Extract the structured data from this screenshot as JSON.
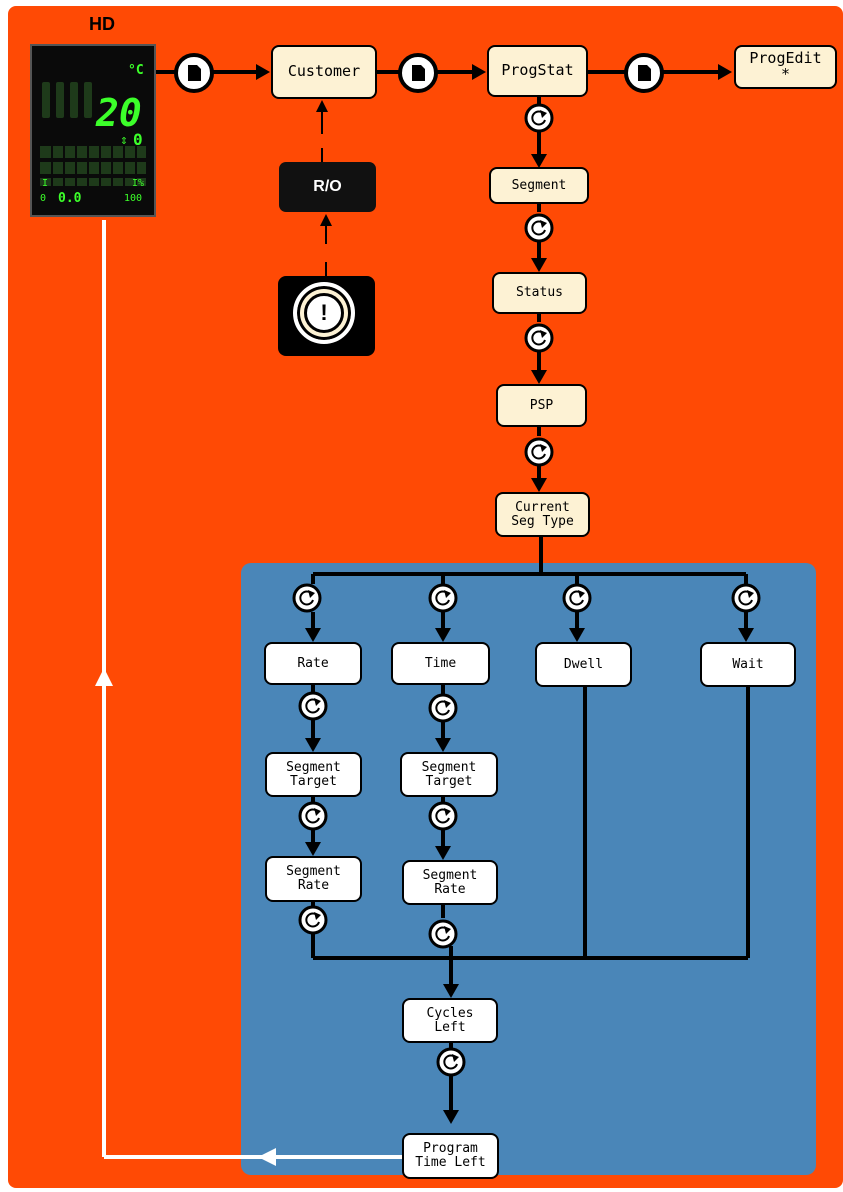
{
  "diagram": {
    "title": "HD",
    "display": {
      "unit": "°C",
      "reading": "20",
      "setpoint_indicator": "0",
      "bar_left": "I",
      "bar_right": "I%",
      "scale_min": "0",
      "scale_value": "0.0",
      "scale_max": "100"
    },
    "nodes": {
      "customer": "Customer",
      "progstat": "ProgStat",
      "progedit": "ProgEdit\n*",
      "ro": "R/O",
      "segment": "Segment",
      "status": "Status",
      "psp": "PSP",
      "current_seg_type": "Current\nSeg Type",
      "rate": "Rate",
      "time": "Time",
      "dwell": "Dwell",
      "wait": "Wait",
      "rate_segment_target": "Segment\nTarget",
      "rate_segment_rate": "Segment\nRate",
      "time_segment_target": "Segment\nTarget",
      "time_segment_rate": "Segment\nRate",
      "cycles_left": "Cycles\nLeft",
      "program_time_left": "Program\nTime Left"
    },
    "alert_symbol": "!",
    "colors": {
      "background": "#ff4a05",
      "panel": "#4a86b8",
      "node_fill": "#fdf2d4",
      "display_green": "#3cff2a"
    }
  }
}
